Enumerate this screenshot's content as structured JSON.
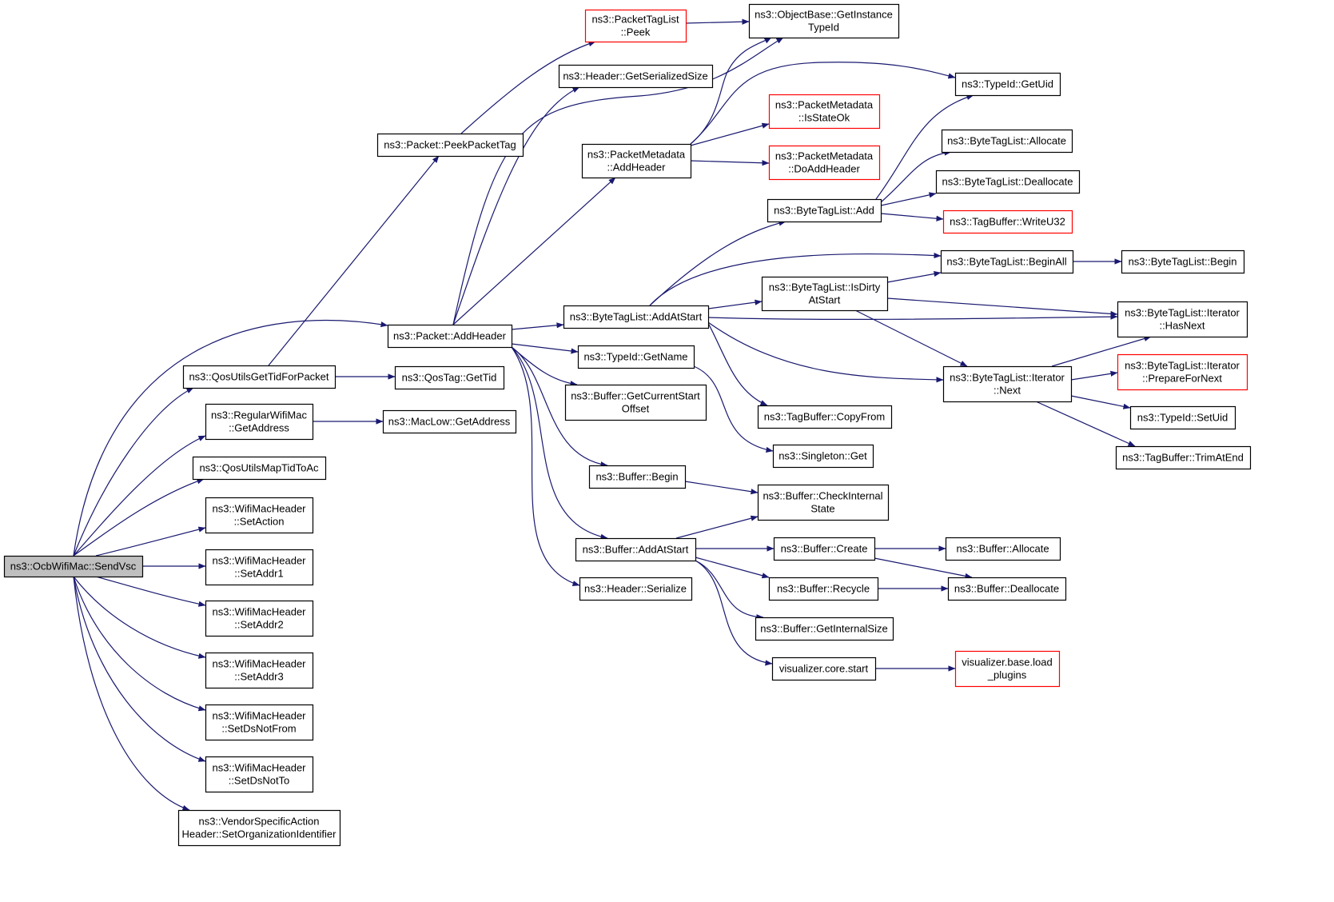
{
  "diagram": {
    "type": "call-graph",
    "colors": {
      "edge": "#191970",
      "root_fill": "#bfbfbf",
      "node_border": "#000000",
      "truncated_border": "#ff0000",
      "text": "#000000"
    },
    "nodes": [
      {
        "id": "sendvsc",
        "lines": [
          "ns3::OcbWifiMac::SendVsc"
        ],
        "style": "root"
      },
      {
        "id": "qosgettid",
        "lines": [
          "ns3::QosUtilsGetTidForPacket"
        ]
      },
      {
        "id": "regaddr",
        "lines": [
          "ns3::RegularWifiMac",
          "::GetAddress"
        ]
      },
      {
        "id": "maptid",
        "lines": [
          "ns3::QosUtilsMapTidToAc"
        ]
      },
      {
        "id": "setaction",
        "lines": [
          "ns3::WifiMacHeader",
          "::SetAction"
        ]
      },
      {
        "id": "setaddr1",
        "lines": [
          "ns3::WifiMacHeader",
          "::SetAddr1"
        ]
      },
      {
        "id": "setaddr2",
        "lines": [
          "ns3::WifiMacHeader",
          "::SetAddr2"
        ]
      },
      {
        "id": "setaddr3",
        "lines": [
          "ns3::WifiMacHeader",
          "::SetAddr3"
        ]
      },
      {
        "id": "setdsfrom",
        "lines": [
          "ns3::WifiMacHeader",
          "::SetDsNotFrom"
        ]
      },
      {
        "id": "setdsto",
        "lines": [
          "ns3::WifiMacHeader",
          "::SetDsNotTo"
        ]
      },
      {
        "id": "vendorsoi",
        "lines": [
          "ns3::VendorSpecificAction",
          "Header::SetOrganizationIdentifier"
        ]
      },
      {
        "id": "peekpkttag",
        "lines": [
          "ns3::Packet::PeekPacketTag"
        ]
      },
      {
        "id": "pktaddhdr",
        "lines": [
          "ns3::Packet::AddHeader"
        ]
      },
      {
        "id": "qostaggettid",
        "lines": [
          "ns3::QosTag::GetTid"
        ]
      },
      {
        "id": "maclowaddr",
        "lines": [
          "ns3::MacLow::GetAddress"
        ]
      },
      {
        "id": "ptlpeek",
        "lines": [
          "ns3::PacketTagList",
          "::Peek"
        ],
        "style": "truncated"
      },
      {
        "id": "hdrgetser",
        "lines": [
          "ns3::Header::GetSerializedSize"
        ]
      },
      {
        "id": "pmaddhdr",
        "lines": [
          "ns3::PacketMetadata",
          "::AddHeader"
        ]
      },
      {
        "id": "btladdatstart",
        "lines": [
          "ns3::ByteTagList::AddAtStart"
        ]
      },
      {
        "id": "tidgetname",
        "lines": [
          "ns3::TypeId::GetName"
        ]
      },
      {
        "id": "bufgetcur",
        "lines": [
          "ns3::Buffer::GetCurrentStart",
          "Offset"
        ]
      },
      {
        "id": "bufbegin",
        "lines": [
          "ns3::Buffer::Begin"
        ]
      },
      {
        "id": "bufaddatstart",
        "lines": [
          "ns3::Buffer::AddAtStart"
        ]
      },
      {
        "id": "hdrser",
        "lines": [
          "ns3::Header::Serialize"
        ]
      },
      {
        "id": "objgetinst",
        "lines": [
          "ns3::ObjectBase::GetInstance",
          "TypeId"
        ]
      },
      {
        "id": "tidgetuid",
        "lines": [
          "ns3::TypeId::GetUid"
        ]
      },
      {
        "id": "pmisstateok",
        "lines": [
          "ns3::PacketMetadata",
          "::IsStateOk"
        ],
        "style": "truncated"
      },
      {
        "id": "pmdoaddhdr",
        "lines": [
          "ns3::PacketMetadata",
          "::DoAddHeader"
        ],
        "style": "truncated"
      },
      {
        "id": "btladd",
        "lines": [
          "ns3::ByteTagList::Add"
        ]
      },
      {
        "id": "btlisdirty",
        "lines": [
          "ns3::ByteTagList::IsDirty",
          "AtStart"
        ]
      },
      {
        "id": "tbcopyfrom",
        "lines": [
          "ns3::TagBuffer::CopyFrom"
        ]
      },
      {
        "id": "singletonget",
        "lines": [
          "ns3::Singleton::Get"
        ]
      },
      {
        "id": "bufcheckint",
        "lines": [
          "ns3::Buffer::CheckInternal",
          "State"
        ]
      },
      {
        "id": "bufcreate",
        "lines": [
          "ns3::Buffer::Create"
        ]
      },
      {
        "id": "bufrecycle",
        "lines": [
          "ns3::Buffer::Recycle"
        ]
      },
      {
        "id": "bufgetintsize",
        "lines": [
          "ns3::Buffer::GetInternalSize"
        ]
      },
      {
        "id": "vizstart",
        "lines": [
          "visualizer.core.start"
        ]
      },
      {
        "id": "btlallocate",
        "lines": [
          "ns3::ByteTagList::Allocate"
        ]
      },
      {
        "id": "btldeallocate",
        "lines": [
          "ns3::ByteTagList::Deallocate"
        ]
      },
      {
        "id": "tbwriteu32",
        "lines": [
          "ns3::TagBuffer::WriteU32"
        ],
        "style": "truncated"
      },
      {
        "id": "btlbeginall",
        "lines": [
          "ns3::ByteTagList::BeginAll"
        ]
      },
      {
        "id": "btlitnext",
        "lines": [
          "ns3::ByteTagList::Iterator",
          "::Next"
        ]
      },
      {
        "id": "bufallocate",
        "lines": [
          "ns3::Buffer::Allocate"
        ]
      },
      {
        "id": "bufdeallocate",
        "lines": [
          "ns3::Buffer::Deallocate"
        ]
      },
      {
        "id": "vizloadplugins",
        "lines": [
          "visualizer.base.load",
          "_plugins"
        ],
        "style": "truncated"
      },
      {
        "id": "btlbegin",
        "lines": [
          "ns3::ByteTagList::Begin"
        ]
      },
      {
        "id": "btlithasnext",
        "lines": [
          "ns3::ByteTagList::Iterator",
          "::HasNext"
        ]
      },
      {
        "id": "btlitprep",
        "lines": [
          "ns3::ByteTagList::Iterator",
          "::PrepareForNext"
        ],
        "style": "truncated"
      },
      {
        "id": "tidsetuid",
        "lines": [
          "ns3::TypeId::SetUid"
        ]
      },
      {
        "id": "tbtrimatend",
        "lines": [
          "ns3::TagBuffer::TrimAtEnd"
        ]
      }
    ],
    "edges": [
      [
        "sendvsc",
        "pktaddhdr"
      ],
      [
        "sendvsc",
        "qosgettid"
      ],
      [
        "sendvsc",
        "regaddr"
      ],
      [
        "sendvsc",
        "maptid"
      ],
      [
        "sendvsc",
        "setaction"
      ],
      [
        "sendvsc",
        "setaddr1"
      ],
      [
        "sendvsc",
        "setaddr2"
      ],
      [
        "sendvsc",
        "setaddr3"
      ],
      [
        "sendvsc",
        "setdsfrom"
      ],
      [
        "sendvsc",
        "setdsto"
      ],
      [
        "sendvsc",
        "vendorsoi"
      ],
      [
        "qosgettid",
        "peekpkttag"
      ],
      [
        "qosgettid",
        "qostaggettid"
      ],
      [
        "regaddr",
        "maclowaddr"
      ],
      [
        "peekpkttag",
        "ptlpeek"
      ],
      [
        "ptlpeek",
        "objgetinst"
      ],
      [
        "pktaddhdr",
        "objgetinst"
      ],
      [
        "pktaddhdr",
        "hdrgetser"
      ],
      [
        "pktaddhdr",
        "pmaddhdr"
      ],
      [
        "pktaddhdr",
        "btladdatstart"
      ],
      [
        "pktaddhdr",
        "tidgetname"
      ],
      [
        "pktaddhdr",
        "bufgetcur"
      ],
      [
        "pktaddhdr",
        "bufbegin"
      ],
      [
        "pktaddhdr",
        "bufaddatstart"
      ],
      [
        "pktaddhdr",
        "hdrser"
      ],
      [
        "pmaddhdr",
        "objgetinst"
      ],
      [
        "pmaddhdr",
        "tidgetuid"
      ],
      [
        "pmaddhdr",
        "pmisstateok"
      ],
      [
        "pmaddhdr",
        "pmdoaddhdr"
      ],
      [
        "btladdatstart",
        "btladd"
      ],
      [
        "btladdatstart",
        "btlbeginall"
      ],
      [
        "btladdatstart",
        "btlisdirty"
      ],
      [
        "btladdatstart",
        "btlithasnext"
      ],
      [
        "btladdatstart",
        "btlitnext"
      ],
      [
        "btladdatstart",
        "tbcopyfrom"
      ],
      [
        "tidgetname",
        "singletonget"
      ],
      [
        "bufbegin",
        "bufcheckint"
      ],
      [
        "bufaddatstart",
        "bufcheckint"
      ],
      [
        "bufaddatstart",
        "bufcreate"
      ],
      [
        "bufaddatstart",
        "bufrecycle"
      ],
      [
        "bufaddatstart",
        "bufgetintsize"
      ],
      [
        "bufaddatstart",
        "vizstart"
      ],
      [
        "btladd",
        "tidgetuid"
      ],
      [
        "btladd",
        "btlallocate"
      ],
      [
        "btladd",
        "btldeallocate"
      ],
      [
        "btladd",
        "tbwriteu32"
      ],
      [
        "btlisdirty",
        "btlbeginall"
      ],
      [
        "btlisdirty",
        "btlithasnext"
      ],
      [
        "btlisdirty",
        "btlitnext"
      ],
      [
        "btlbeginall",
        "btlbegin"
      ],
      [
        "btlitnext",
        "btlithasnext"
      ],
      [
        "btlitnext",
        "btlitprep"
      ],
      [
        "btlitnext",
        "tidsetuid"
      ],
      [
        "btlitnext",
        "tbtrimatend"
      ],
      [
        "bufcreate",
        "bufallocate"
      ],
      [
        "bufcreate",
        "bufdeallocate"
      ],
      [
        "bufrecycle",
        "bufdeallocate"
      ],
      [
        "vizstart",
        "vizloadplugins"
      ]
    ]
  }
}
